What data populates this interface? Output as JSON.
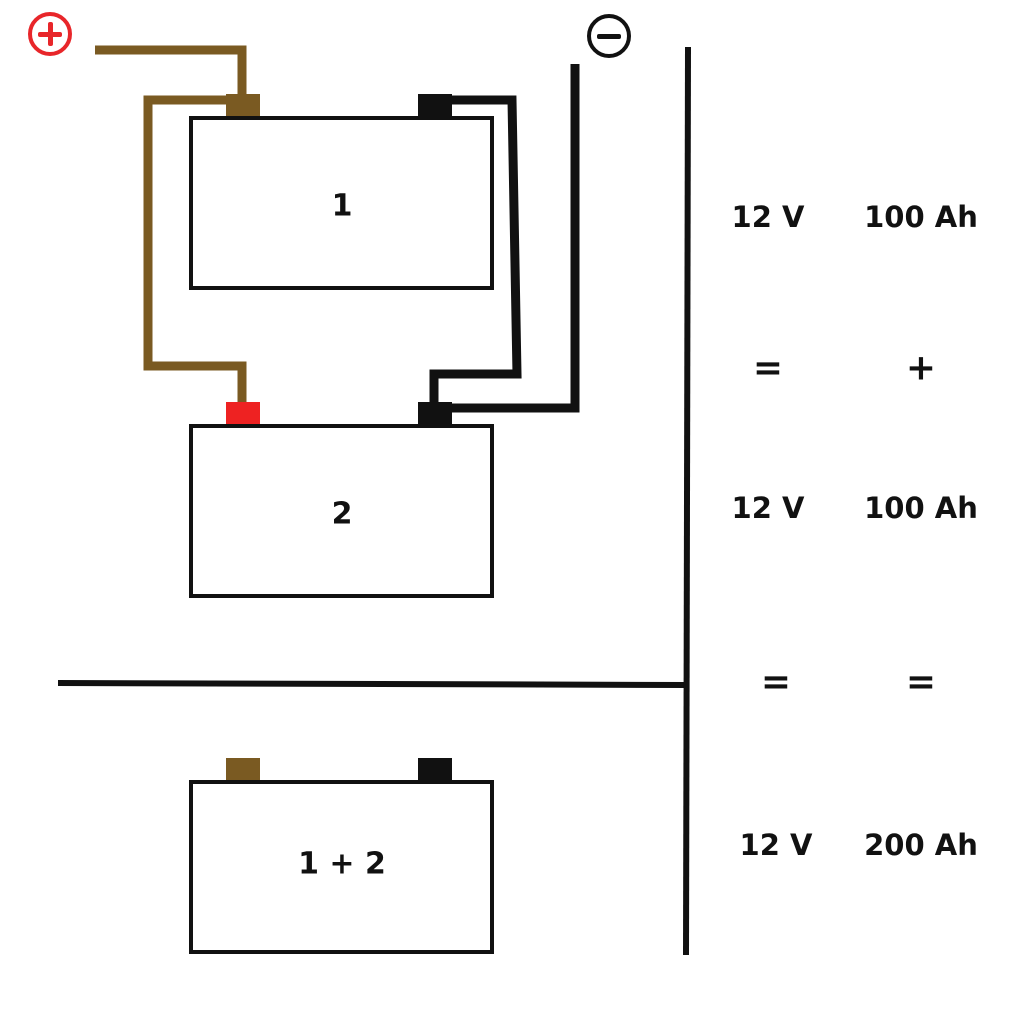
{
  "colors": {
    "positive_wire": "#7a5a22",
    "positive_terminal_red": "#ee2222",
    "negative_wire": "#111111",
    "outline": "#111111",
    "plus_symbol": "#e8262a",
    "minus_symbol": "#111111"
  },
  "symbols": {
    "positive_icon": "plus-circle-icon",
    "negative_icon": "minus-circle-icon"
  },
  "batteries": {
    "battery_1": {
      "label": "1"
    },
    "battery_2": {
      "label": "2"
    },
    "battery_combined": {
      "label": "1 + 2"
    }
  },
  "specs": {
    "row1": {
      "voltage": "12 V",
      "capacity": "100 Ah"
    },
    "row2": {
      "voltage": "12 V",
      "capacity": "100 Ah"
    },
    "row3": {
      "voltage": "12 V",
      "capacity": "200 Ah"
    }
  },
  "operators": {
    "voltage_relation_1": "=",
    "capacity_relation_1": "+",
    "voltage_relation_2": "=",
    "capacity_relation_2": "="
  }
}
